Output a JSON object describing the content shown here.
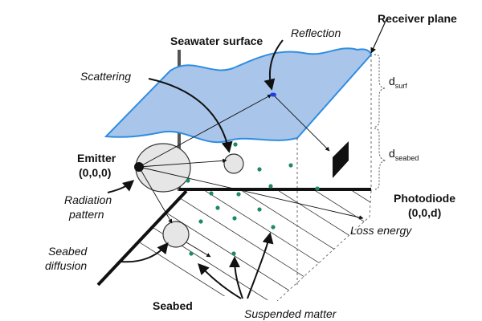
{
  "labels": {
    "receiver_plane": "Receiver plane",
    "seawater_surface": "Seawater surface",
    "reflection": "Reflection",
    "scattering": "Scattering",
    "d_surf_main": "d",
    "d_surf_sub": "surf",
    "d_seabed_main": "d",
    "d_seabed_sub": "seabed",
    "emitter": "Emitter",
    "emitter_coord": "(0,0,0)",
    "radiation_line1": "Radiation",
    "radiation_line2": "pattern",
    "photodiode": "Photodiode",
    "photodiode_coord": "(0,0,d)",
    "loss_energy": "Loss energy",
    "seabed_diffusion_line1": "Seabed",
    "seabed_diffusion_line2": "diffusion",
    "seabed": "Seabed",
    "suspended_matter": "Suspended matter"
  },
  "colors": {
    "water_fill": "#a9c6ea",
    "water_stroke": "#2f8de0",
    "particle": "#1f8a60",
    "reflection_point": "#1f3fe0",
    "line": "#111111",
    "circle_fill": "#e6e6e6"
  },
  "particle_count": 15
}
